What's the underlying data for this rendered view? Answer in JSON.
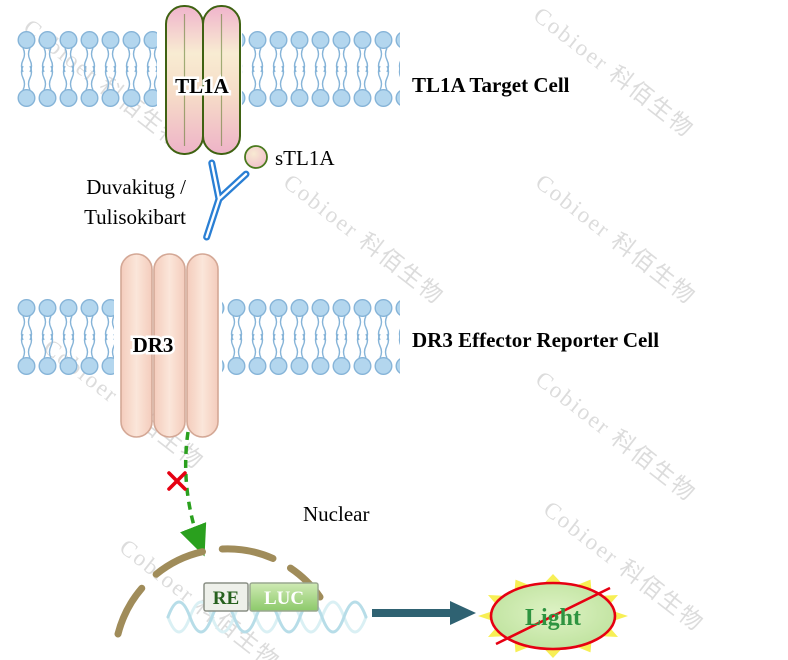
{
  "watermark": {
    "text": "Cobioer 科佰生物"
  },
  "target_cell": {
    "protein": "TL1A",
    "label": "TL1A Target Cell",
    "soluble_ligand": "sTL1A"
  },
  "antibody": {
    "name_line1": "Duvakitug /",
    "name_line2": "Tulisokibart"
  },
  "reporter_cell": {
    "receptor": "DR3",
    "label": "DR3 Effector Reporter Cell"
  },
  "nucleus": {
    "label": "Nuclear"
  },
  "reporter_construct": {
    "response_element": "RE",
    "reporter_gene": "LUC"
  },
  "readout": {
    "label": "Light"
  },
  "colors": {
    "membrane_head_blue": "#b3d6ee",
    "membrane_line_blue": "#86b4d8",
    "tl1a_outline_green": "#3f6212",
    "tl1a_fill_pink": "#f0b4cc",
    "dr3_fill_peach": "#f9d8c9",
    "dr3_text_purple": "#7030a0",
    "antibody_blue": "#2a7fd4",
    "signal_arrow_green": "#2aa01e",
    "blocked_x_red": "#e60012",
    "nuclear_envelope_tan": "#a08c5a",
    "dna_blue": "#b7dde8",
    "re_text_green": "#27611f",
    "luc_fill_green": "#8cc96a",
    "light_text_green": "#2e9440",
    "light_ring_red": "#e60012",
    "burst_yellow": "#f7ef55",
    "result_arrow_teal": "#2f6272",
    "watermark_gray": "#dcdcdc"
  }
}
